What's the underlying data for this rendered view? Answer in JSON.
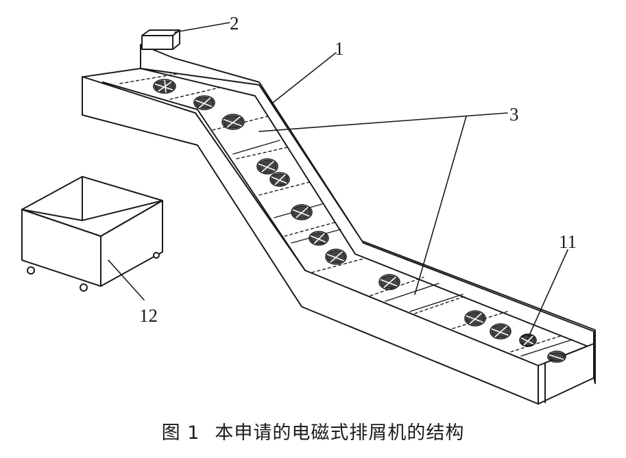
{
  "labels": {
    "conveyor": "1",
    "motor": "2",
    "magnet": "3",
    "chip": "11",
    "cart": "12"
  },
  "caption": {
    "number": "图 1",
    "text": "本申请的电磁式排屑机的结构"
  }
}
